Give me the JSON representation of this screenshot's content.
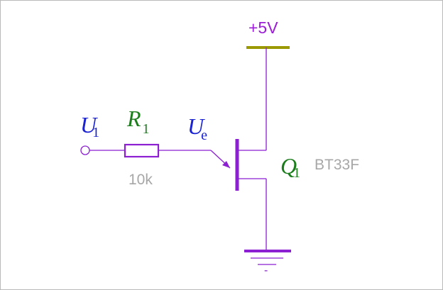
{
  "supply": {
    "label": "+5V"
  },
  "input": {
    "name": "U",
    "sub": "1"
  },
  "resistor": {
    "name": "R",
    "sub": "1",
    "value": "10k"
  },
  "emitter_node": {
    "name": "U",
    "sub": "e"
  },
  "transistor": {
    "name": "Q",
    "sub": "1",
    "part": "BT33F"
  },
  "ground": {
    "mark": "-"
  },
  "colors": {
    "wire": "#8b1fd1",
    "supply_bar": "#9a9a00",
    "label_blue": "#1a22d1",
    "label_green": "#1c7d1c",
    "value_gray": "#a7a7a7",
    "border": "#b9b9b9"
  }
}
